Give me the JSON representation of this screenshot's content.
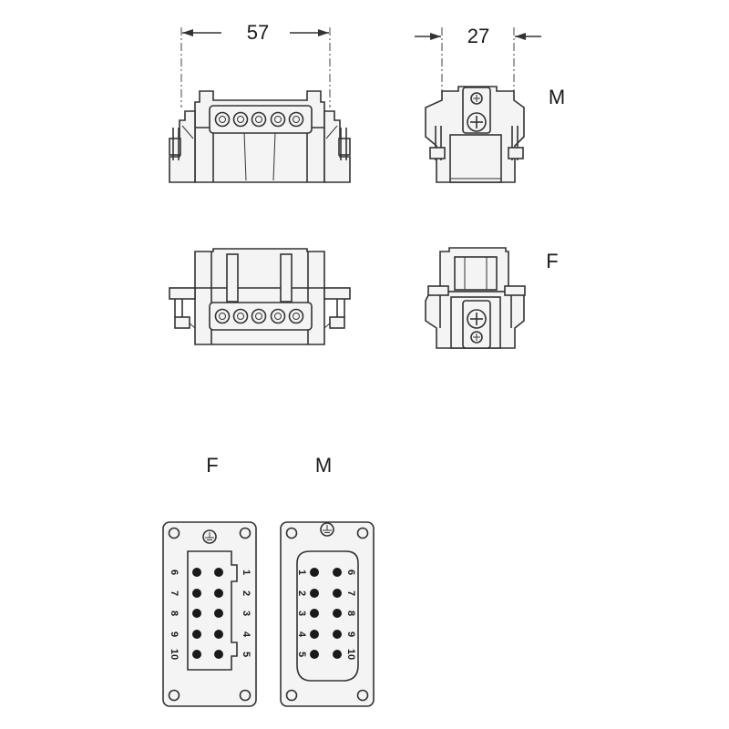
{
  "dimensions": {
    "width_label": "57",
    "depth_label": "27"
  },
  "side_labels": {
    "male": "M",
    "female": "F"
  },
  "face_views": [
    {
      "label": "F",
      "left_pins": [
        "6",
        "7",
        "8",
        "9",
        "10"
      ],
      "right_pins": [
        "1",
        "2",
        "3",
        "4",
        "5"
      ]
    },
    {
      "label": "M",
      "left_pins": [
        "1",
        "2",
        "3",
        "4",
        "5"
      ],
      "right_pins": [
        "6",
        "7",
        "8",
        "9",
        "10"
      ]
    }
  ],
  "colors": {
    "line": "#333333",
    "fill": "#f4f4f4",
    "contact": "#1a1a1a"
  }
}
